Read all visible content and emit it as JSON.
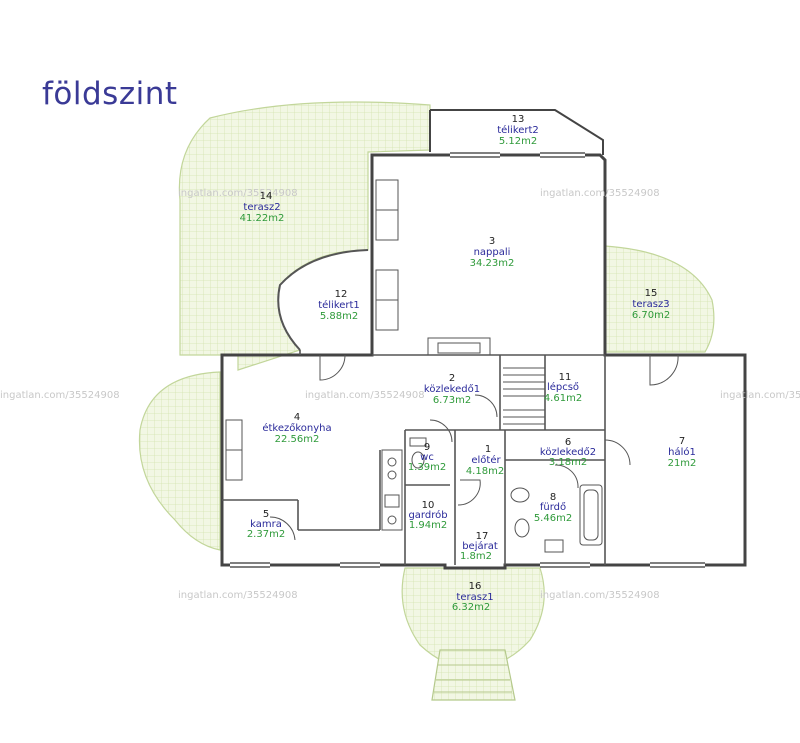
{
  "plan_title": "földszint",
  "watermark": "ingatlan.com/35524908",
  "rooms": [
    {
      "id": "r1",
      "num": "1",
      "name": "előtér",
      "area": "4.18m2"
    },
    {
      "id": "r2",
      "num": "2",
      "name": "közlekedő1",
      "area": "6.73m2"
    },
    {
      "id": "r3",
      "num": "3",
      "name": "nappali",
      "area": "34.23m2"
    },
    {
      "id": "r4",
      "num": "4",
      "name": "étkezőkonyha",
      "area": "22.56m2"
    },
    {
      "id": "r5",
      "num": "5",
      "name": "kamra",
      "area": "2.37m2"
    },
    {
      "id": "r6",
      "num": "6",
      "name": "közlekedő2",
      "area": "3.18m2"
    },
    {
      "id": "r7",
      "num": "7",
      "name": "háló1",
      "area": "21m2"
    },
    {
      "id": "r8",
      "num": "8",
      "name": "fürdő",
      "area": "5.46m2"
    },
    {
      "id": "r9",
      "num": "9",
      "name": "wc",
      "area": "1.39m2"
    },
    {
      "id": "r10",
      "num": "10",
      "name": "gardrób",
      "area": "1.94m2"
    },
    {
      "id": "r11",
      "num": "11",
      "name": "lépcső",
      "area": "4.61m2"
    },
    {
      "id": "r12",
      "num": "12",
      "name": "télikert1",
      "area": "5.88m2"
    },
    {
      "id": "r13",
      "num": "13",
      "name": "télikert2",
      "area": "5.12m2"
    },
    {
      "id": "r14",
      "num": "14",
      "name": "terasz2",
      "area": "41.22m2"
    },
    {
      "id": "r15",
      "num": "15",
      "name": "terasz3",
      "area": "6.70m2"
    },
    {
      "id": "r16",
      "num": "16",
      "name": "terasz1",
      "area": "6.32m2"
    },
    {
      "id": "r17",
      "num": "17",
      "name": "bejárat",
      "area": "1.8m2"
    }
  ],
  "colors": {
    "title": "#3a3a96",
    "room_name": "#2a2a9a",
    "room_area": "#2f9a3a",
    "terrace_fill": "#f2f7e4",
    "terrace_grid": "#d4e3b0",
    "terrace_edge": "#c2d69a",
    "wall": "#444444",
    "watermark": "#c8c8c8"
  }
}
